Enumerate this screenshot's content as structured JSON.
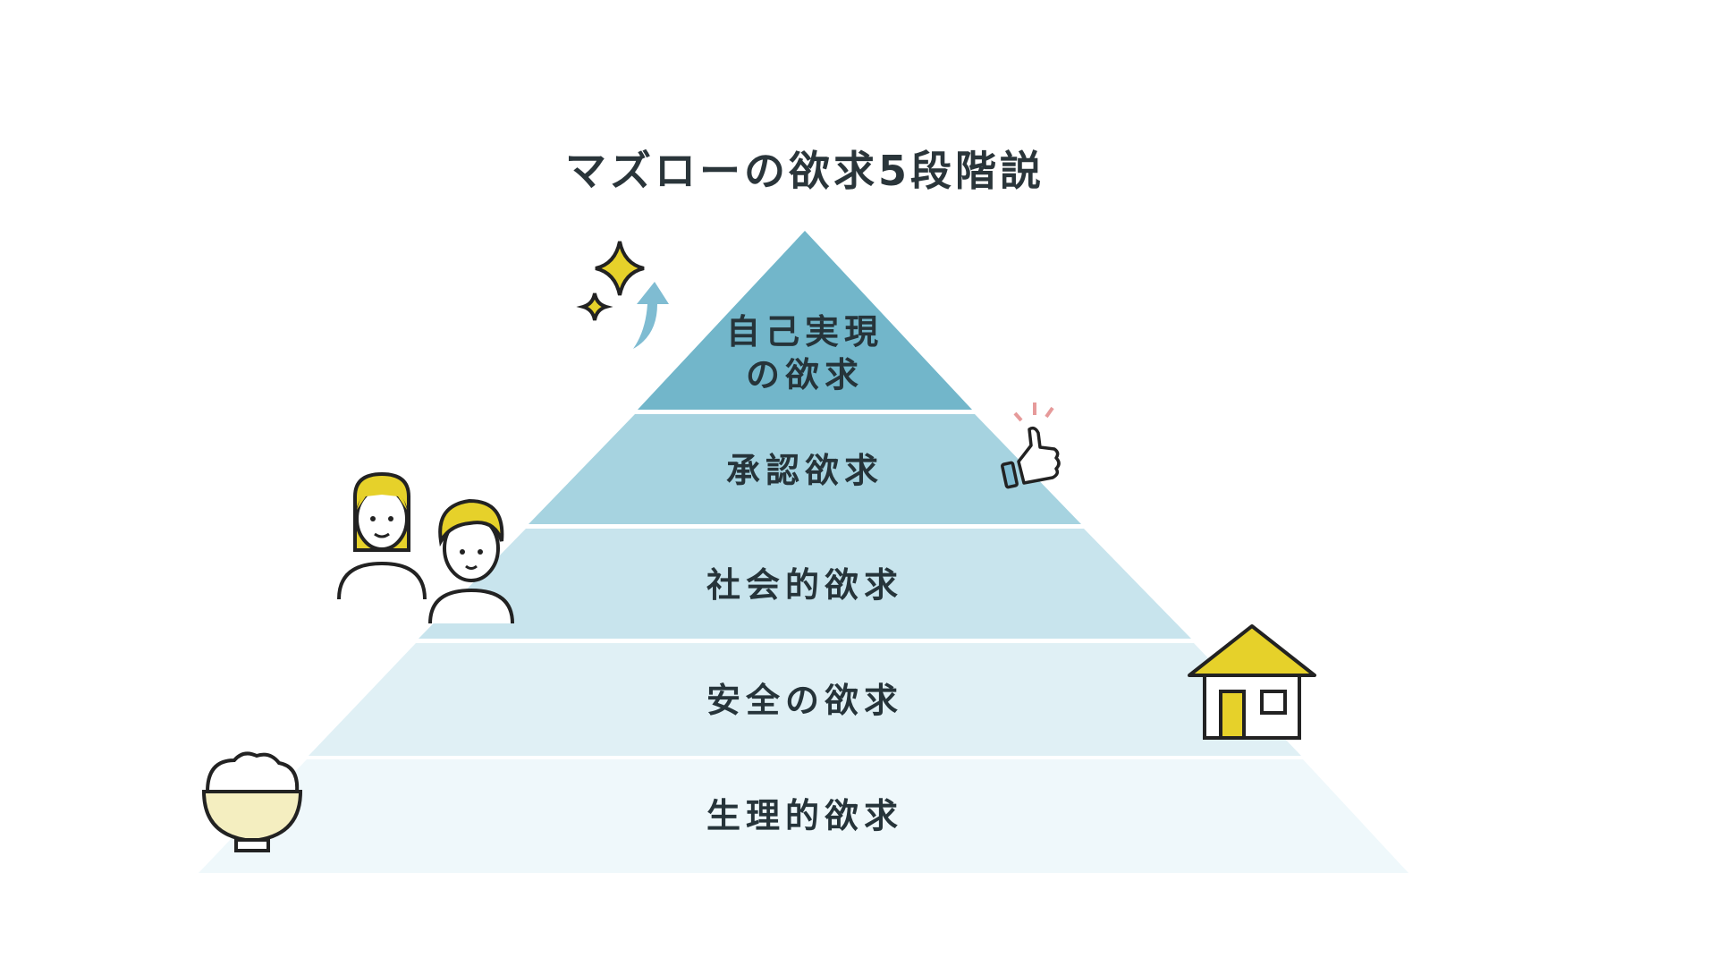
{
  "title": "マズローの欲求5段階説",
  "levels": [
    {
      "line1": "自己実現",
      "line2": "の欲求",
      "color": "#72b6ca"
    },
    {
      "label": "承認欲求",
      "color": "#a6d3e0"
    },
    {
      "label": "社会的欲求",
      "color": "#c8e4ed"
    },
    {
      "label": "安全の欲求",
      "color": "#e0f0f5"
    },
    {
      "label": "生理的欲求",
      "color": "#eff8fb"
    }
  ],
  "accent_yellow": "#e6d12a",
  "outline": "#222222"
}
